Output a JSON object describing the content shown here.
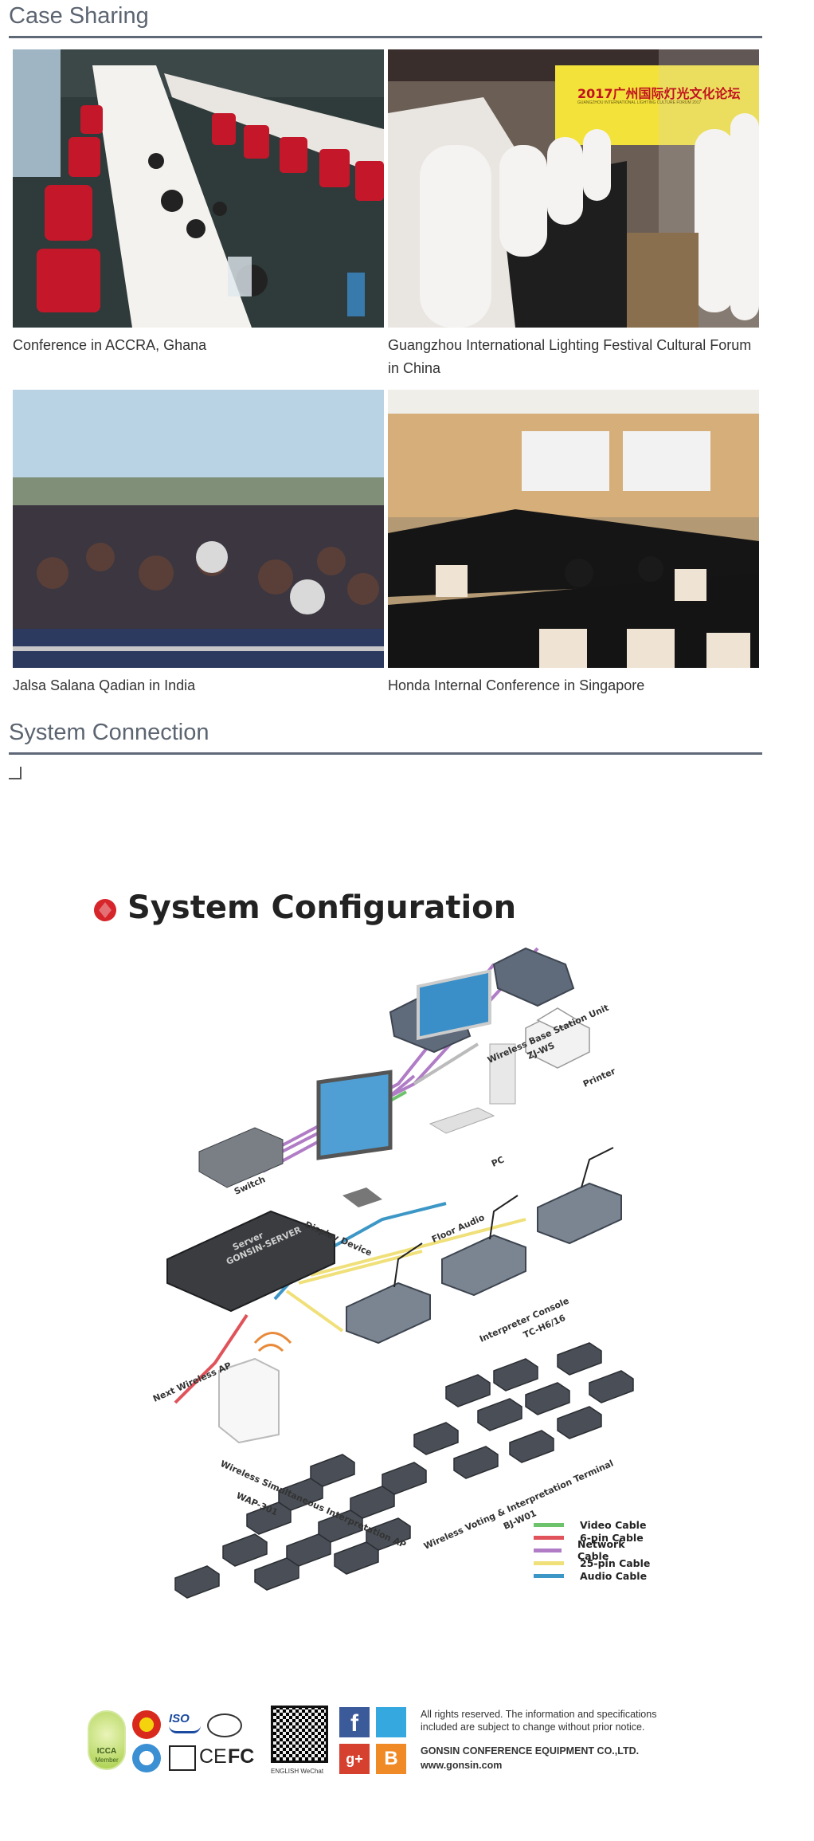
{
  "sections": {
    "case_sharing_title": "Case Sharing",
    "system_connection_title": "System Connection"
  },
  "cases": [
    {
      "caption": "Conference in ACCRA, Ghana"
    },
    {
      "caption": "Guangzhou International Lighting Festival Cultural Forum in China",
      "banner_year": "2017广州国际灯光文化论坛",
      "banner_sub": "GUANGZHOU INTERNATIONAL LIGHTING CULTURE FORUM 2017"
    },
    {
      "caption": "Jalsa Salana Qadian in India"
    },
    {
      "caption": "Honda Internal Conference in Singapore"
    }
  ],
  "diagram": {
    "title": "System Configuration",
    "labels": {
      "base_station": "Wireless Base Station Unit",
      "base_model": "ZJ-WS",
      "printer": "Printer",
      "pc": "PC",
      "switch": "Switch",
      "display": "Display Device",
      "floor_audio": "Floor Audio",
      "server": "Server",
      "server_model": "GONSIN-SERVER",
      "interpreter": "Interpreter Console",
      "interpreter_model": "TC-H6/16",
      "next_ap": "Next Wireless AP",
      "ap": "Wireless Simultaneous Interpretation AP",
      "ap_model": "WAP-301",
      "terminal": "Wireless Voting & Interpretation Terminal",
      "terminal_model": "BJ-W01"
    },
    "legend": [
      {
        "label": "Video Cable",
        "color": "#6cc36b"
      },
      {
        "label": "6-pin Cable",
        "color": "#e0535a"
      },
      {
        "label": "Network Cable",
        "color": "#b07cc6"
      },
      {
        "label": "25-pin Cable",
        "color": "#f0e07a"
      },
      {
        "label": "Audio Cable",
        "color": "#3d97c6"
      }
    ]
  },
  "footer": {
    "icca": "ICCA",
    "icca_sub": "Member",
    "iso": "ISO",
    "ce": "CE",
    "fc": "FC",
    "wechat": "ENGLISH WeChat",
    "rights_line1": "All rights reserved. The information and specifications",
    "rights_line2": "included are subject to change without prior notice.",
    "company": "GONSIN CONFERENCE EQUIPMENT CO.,LTD.",
    "website": "www.gonsin.com"
  }
}
